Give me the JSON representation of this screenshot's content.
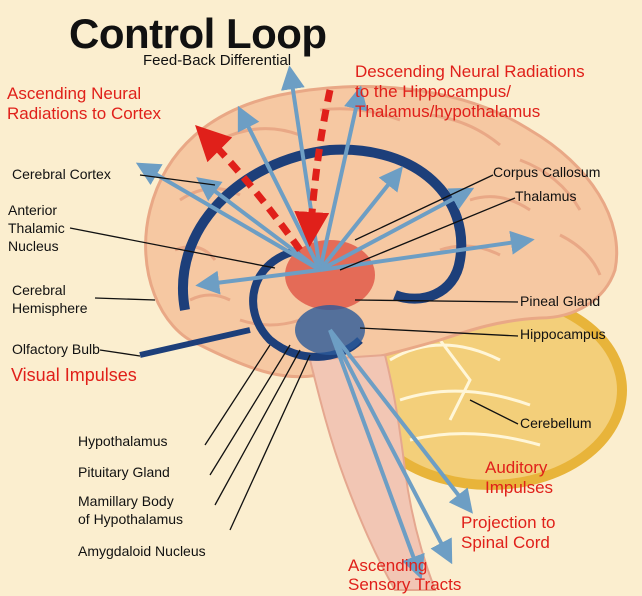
{
  "title": "Control Loop",
  "subtitle": "Feed-Back Differential",
  "red_labels": {
    "ascending_neural_line1": "Ascending Neural",
    "ascending_neural_line2": "Radiations to Cortex",
    "descending_line1": "Descending Neural Radiations",
    "descending_line2": "to the Hippocampus/",
    "descending_line3": "Thalamus/hypothalamus",
    "visual_impulses": "Visual Impulses",
    "auditory_line1": "Auditory",
    "auditory_line2": "Impulses",
    "projection_line1": "Projection to",
    "projection_line2": "Spinal Cord",
    "ascending_sensory_line1": "Ascending",
    "ascending_sensory_line2": "Sensory Tracts"
  },
  "labels": {
    "cerebral_cortex": "Cerebral Cortex",
    "anterior_line1": "Anterior",
    "anterior_line2": "Thalamic",
    "anterior_line3": "Nucleus",
    "cerebral_hemi_line1": "Cerebral",
    "cerebral_hemi_line2": "Hemisphere",
    "olfactory_bulb": "Olfactory Bulb",
    "corpus_callosum": "Corpus Callosum",
    "thalamus": "Thalamus",
    "pineal_gland": "Pineal Gland",
    "hippocampus": "Hippocampus",
    "cerebellum": "Cerebellum",
    "hypothalamus": "Hypothalamus",
    "pituitary_gland": "Pituitary Gland",
    "mamillary_line1": "Mamillary Body",
    "mamillary_line2": "of Hypothalamus",
    "amygdaloid_nucleus": "Amygdaloid Nucleus"
  },
  "colors": {
    "background": "#fbeecf",
    "brain_fill": "#f6c8a2",
    "brain_fold": "#e9a886",
    "cerebellum": "#f3cf7a",
    "cerebellum_edge": "#e8b43a",
    "corpus_callosum": "#1d3f7a",
    "arrows_blue": "#6d9ec4",
    "accent_red": "#e0201a"
  }
}
